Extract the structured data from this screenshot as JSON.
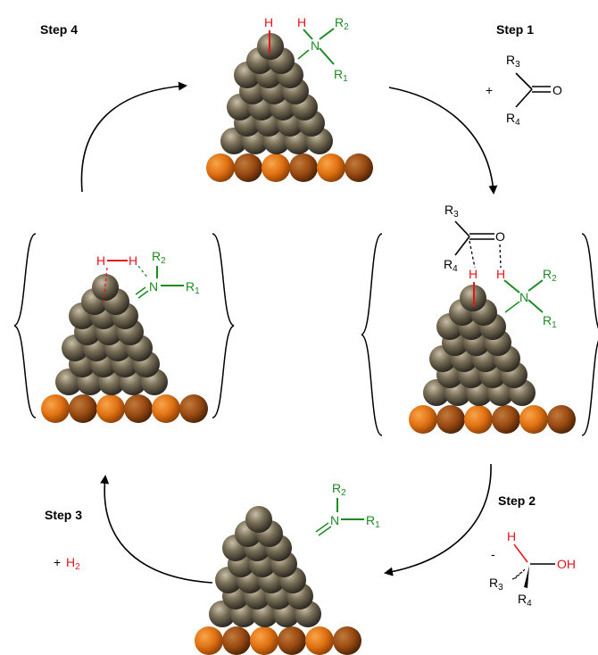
{
  "steps": {
    "step1": "Step 1",
    "step2": "Step 2",
    "step3": "Step 3",
    "step4": "Step 4"
  },
  "atoms": {
    "H": "H",
    "N": "N",
    "O": "O",
    "OH": "OH",
    "R": "R",
    "R1_sub": "1",
    "R2_sub": "2",
    "R3_sub": "3",
    "R4_sub": "4",
    "plus": "+",
    "minus": "-",
    "H2_sub": "2"
  },
  "colors": {
    "hydrogen": "#e8141c",
    "amine": "#1d8a22",
    "cluster_atom": "#6b6150",
    "support_atom": "#d4680e",
    "arrow": "#000000"
  },
  "icons": {
    "catalyst": "metal-nanoparticle-on-support",
    "cycle_arrow": "curved-arrow"
  }
}
